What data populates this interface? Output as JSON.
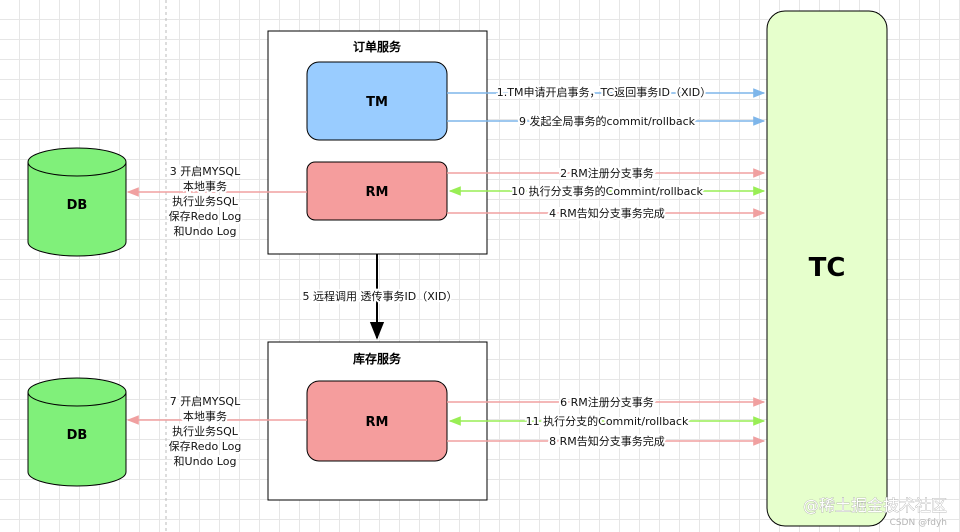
{
  "order_service": {
    "title": "订单服务",
    "tm": "TM",
    "rm": "RM"
  },
  "inventory_service": {
    "title": "库存服务",
    "rm": "RM"
  },
  "tc": {
    "label": "TC"
  },
  "db_top": {
    "label": "DB"
  },
  "db_bottom": {
    "label": "DB"
  },
  "note_order": [
    "3 开启MYSQL",
    "本地事务",
    "执行业务SQL",
    "保存Redo Log",
    "和Undo Log"
  ],
  "note_inventory": [
    "7 开启MYSQL",
    "本地事务",
    "执行业务SQL",
    "保存Redo Log",
    "和Undo Log"
  ],
  "edges": {
    "e1": "1.TM申请开启事务，TC返回事务ID（XID）",
    "e9": "9 发起全局事务的commit/rollback",
    "e2": "2 RM注册分支事务",
    "e10": "10 执行分支事务的Commint/rollback",
    "e4": "4 RM告知分支事务完成",
    "e5": "5 远程调用 透传事务ID（XID）",
    "e6": "6 RM注册分支事务",
    "e11": "11 执行分支的Commit/rollback",
    "e8": "8 RM告知分支事务完成"
  },
  "watermark": {
    "main": "@稀土掘金技术社区",
    "sub": "CSDN @fdyh"
  },
  "colors": {
    "tm_fill": "#99ccff",
    "rm_fill": "#f59d9d",
    "tc_fill": "#e6ffcc",
    "db_fill": "#80f07a",
    "arrow_blue": "#7eb6ea",
    "arrow_red": "#f0a0a0",
    "arrow_green": "#99ee55"
  }
}
